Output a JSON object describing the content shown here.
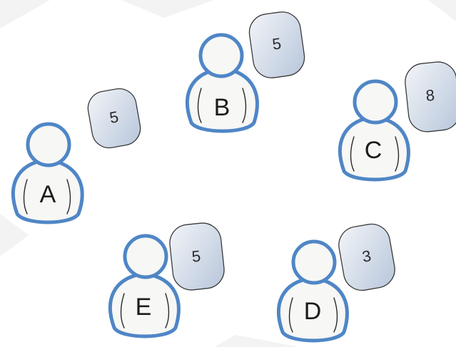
{
  "colors": {
    "outline": "#4f86c6",
    "card_fill_top": "#f2f4f7",
    "card_fill_bottom": "#b9c8dc",
    "background": "#ffffff"
  },
  "people": [
    {
      "label": "A",
      "value": "5"
    },
    {
      "label": "B",
      "value": "5"
    },
    {
      "label": "C",
      "value": "8"
    },
    {
      "label": "D",
      "value": "3"
    },
    {
      "label": "E",
      "value": "5"
    }
  ]
}
